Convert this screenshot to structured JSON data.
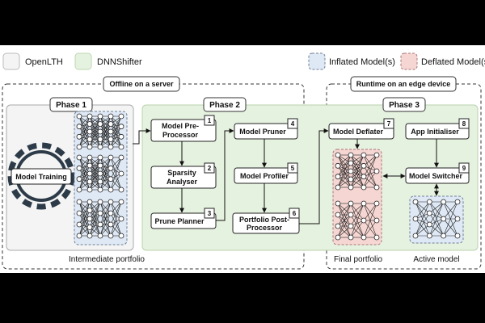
{
  "legend": {
    "openlth": "OpenLTH",
    "dnnshifter": "DNNShifter",
    "inflated": "Inflated Model(s)",
    "deflated": "Deflated Model(s)"
  },
  "regions": {
    "offline": "Offline on a server",
    "runtime": "Runtime on an edge device"
  },
  "phases": {
    "p1": "Phase 1",
    "p2": "Phase 2",
    "p3": "Phase 3"
  },
  "boxes": {
    "training": "Model Training",
    "preproc_l1": "Model Pre-",
    "preproc_l2": "Processor",
    "preproc_num": "1",
    "sparsity_l1": "Sparsity",
    "sparsity_l2": "Analyser",
    "sparsity_num": "2",
    "prune_planner": "Prune Planner",
    "prune_planner_num": "3",
    "pruner": "Model Pruner",
    "pruner_num": "4",
    "profiler": "Model Profiler",
    "profiler_num": "5",
    "postproc_l1": "Portfolio Post-",
    "postproc_l2": "Processor",
    "postproc_num": "6",
    "deflater": "Model Deflater",
    "deflater_num": "7",
    "initialiser": "App Initialiser",
    "initialiser_num": "8",
    "switcher": "Model Switcher",
    "switcher_num": "9"
  },
  "captions": {
    "intermediate": "Intermediate portfolio",
    "final": "Final portfolio",
    "active": "Active model"
  },
  "colors": {
    "openlth_fill": "#f4f4f4",
    "dnnshifter_fill": "#e6f2e0",
    "inflated_fill": "#dfe9f5",
    "deflated_fill": "#f6d6d2"
  }
}
